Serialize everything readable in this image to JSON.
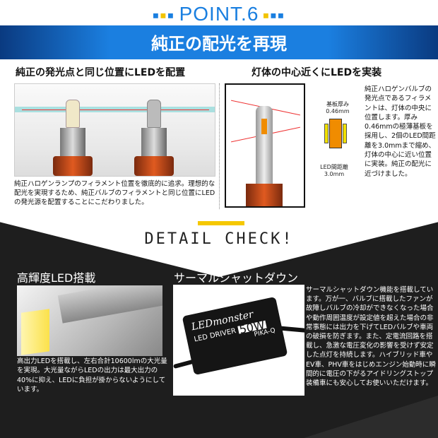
{
  "header": {
    "point_label": "POINT.6",
    "banner_title": "純正の配光を再現"
  },
  "left_section": {
    "heading": "純正の発光点と同じ位置にLEDを配置",
    "body": "純正ハロゲンランプのフィラメント位置を徹底的に追求。理想的な配光を実現するため、純正バルブのフィラメントと同じ位置にLEDの発光源を配置することにこだわりました。"
  },
  "right_section": {
    "heading": "灯体の中心近くにLEDを実装",
    "label_thickness": "基板厚み 0.46mm",
    "label_gap": "LED間距離 3.0mm",
    "body": "純正ハロゲンバルブの発光点であるフィラメントは、灯体の中央に位置します。厚み0.46mmの極薄基板を採用し、2個のLED間距離を3.0mmまで縮め、灯体の中心に近い位置に実装。純正の配光に近づけました。"
  },
  "detail": {
    "title": "DETAIL CHECK!",
    "feature1": {
      "heading": "高輝度LED搭載",
      "body": "高出力LEDを搭載し、左右合計10600lmの大光量を実現。大光量ながらLEDの出力は最大出力の40%に抑え、LEDに負担が掛からないようにしています。"
    },
    "feature2": {
      "heading": "サーマルシャットダウン",
      "driver_brand": "LEDmonster",
      "driver_label": "LED DRIVER",
      "driver_watt": "50W",
      "driver_maker": "PIKA-Q",
      "body": "サーマルシャットダウン機能を搭載しています。万が一、バルブに搭載したファンが故障しバルブの冷却ができなくなった場合や動作周囲温度が設定値を超えた場合の非常事態には出力を下げてLEDバルブや車両の破損を防ぎます。また、定電流回路を搭載し、急激な電圧変化の影響を受けず安定した点灯を持続します。ハイブリッド車やEV車、PHV車をはじめエンジン始動時に瞬間的に電圧の下がるアイドリングストップ装備車にも安心してお使いいただけます。"
    }
  },
  "colors": {
    "blue": "#1b7fe0",
    "yellow": "#f5c800",
    "dark": "#1e1e1e"
  }
}
